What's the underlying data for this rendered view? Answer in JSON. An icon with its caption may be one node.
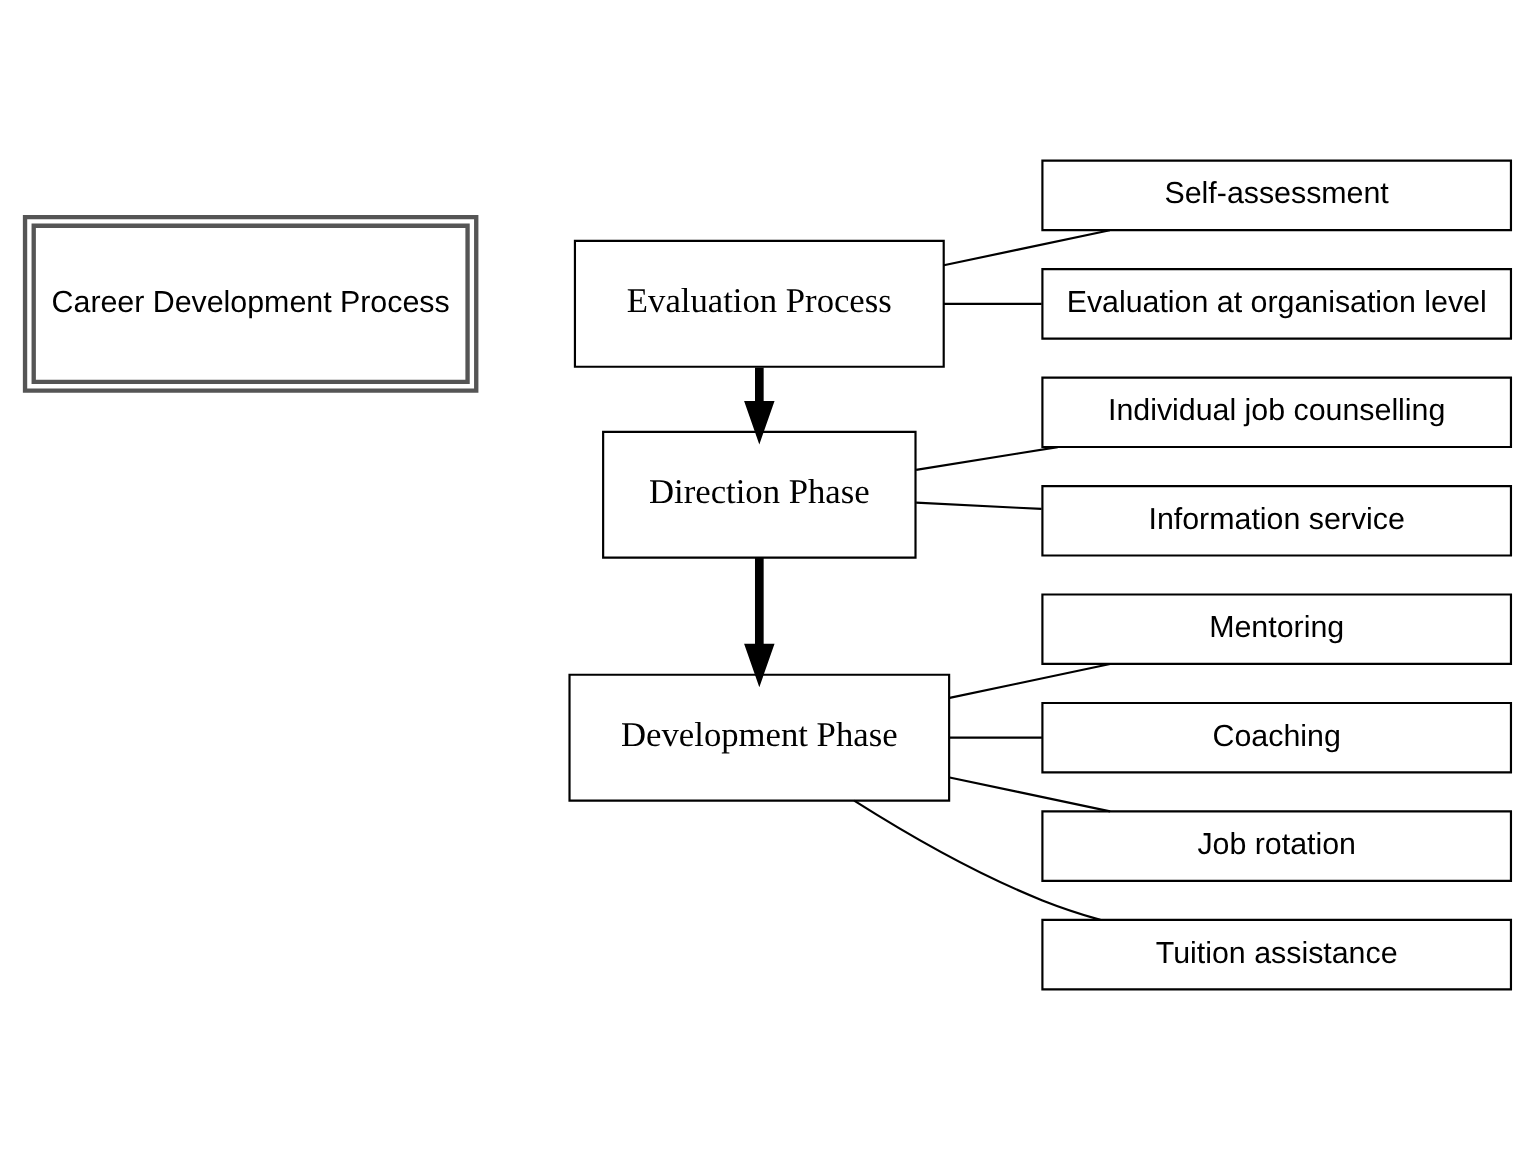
{
  "diagram": {
    "nodes": [
      {
        "text": [
          "Career Development Process"
        ]
      },
      {
        "text": [
          "Evaluation Process"
        ]
      },
      {
        "text": [
          "Self-assessment"
        ]
      },
      {
        "text": [
          "Evaluation at organisation level"
        ]
      },
      {
        "text": [
          "Direction Phase"
        ]
      },
      {
        "text": [
          "Individual job counselling"
        ]
      },
      {
        "text": [
          "Information service"
        ]
      },
      {
        "text": [
          "Development Phase"
        ]
      },
      {
        "text": [
          "Mentoring"
        ]
      },
      {
        "text": [
          "Coaching"
        ]
      },
      {
        "text": [
          "Job rotation"
        ]
      },
      {
        "text": [
          "Tuition assistance"
        ]
      }
    ],
    "edges": [
      {
        "from": 1,
        "to": 4,
        "arrow": "to",
        "style": "thick"
      },
      {
        "from": 4,
        "to": 7,
        "arrow": "to",
        "style": "thick"
      },
      {
        "from": 1,
        "to": 2,
        "arrow": "none"
      },
      {
        "from": 1,
        "to": 3,
        "arrow": "none"
      },
      {
        "from": 4,
        "to": 5,
        "arrow": "none"
      },
      {
        "from": 4,
        "to": 6,
        "arrow": "none"
      },
      {
        "from": 7,
        "to": 8,
        "arrow": "none"
      },
      {
        "from": 7,
        "to": 9,
        "arrow": "none"
      },
      {
        "from": 7,
        "to": 10,
        "arrow": "none"
      },
      {
        "from": 7,
        "to": 11,
        "arrow": "none"
      }
    ]
  }
}
